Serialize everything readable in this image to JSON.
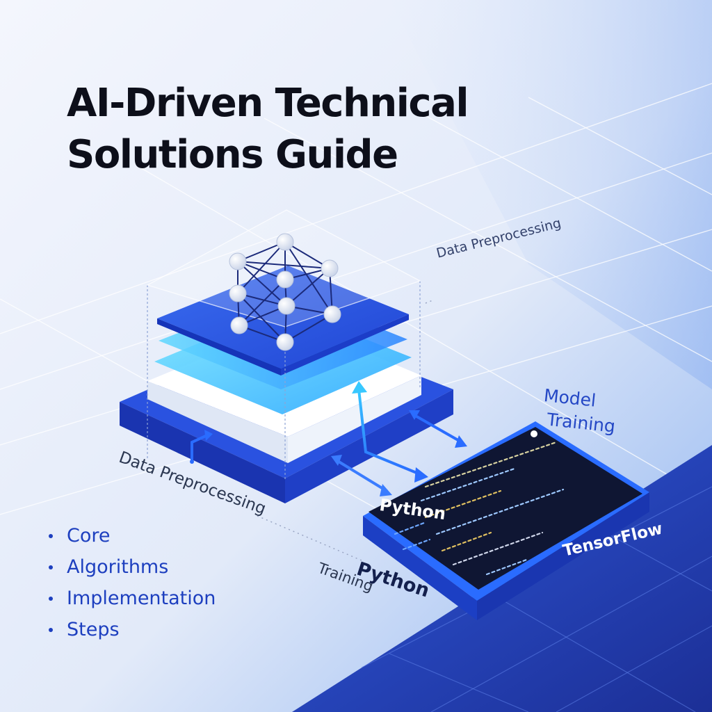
{
  "title": {
    "line1": "AI-Driven Technical",
    "line2": "Solutions Guide"
  },
  "labels": {
    "data_preprocessing_top": "Data Preprocessing",
    "data_preprocessing_left": "Data Preprocessing",
    "model": "Model",
    "training_top": "Training",
    "training_bottom": "Training",
    "python_card": "Python",
    "python_bottom": "Python",
    "tensorflow": "TensorFlow"
  },
  "bullets": [
    "Core",
    "Algorithms",
    "Implementation",
    "Steps"
  ],
  "icons": [
    "neural-network-graph-icon",
    "layer-stack-icon",
    "code-panel-icon",
    "flow-arrow-icon"
  ],
  "colors": {
    "accent": "#2447c5",
    "deep_blue": "#1e3ca8",
    "cyan": "#38c8ff",
    "code_bg": "#0f1633",
    "text_dark": "#0d0f1a"
  }
}
